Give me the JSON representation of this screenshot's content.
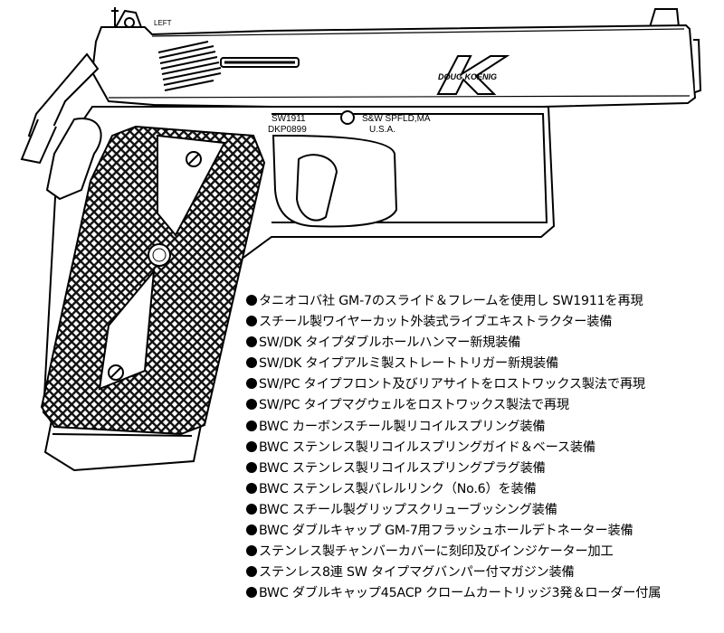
{
  "engravings": {
    "safety_left": "LEFT",
    "brand_logo": "DOUG KOENIG",
    "model": "SW1911",
    "serial": "DKP0899",
    "maker": "S&W  SPFLD,MA",
    "country": "U.S.A."
  },
  "features": [
    "タニオコバ社 GM-7のスライド＆フレームを使用し SW1911を再現",
    "スチール製ワイヤーカット外装式ライブエキストラクター装備",
    "SW/DK タイプダブルホールハンマー新規装備",
    "SW/DK タイプアルミ製ストレートトリガー新規装備",
    "SW/PC タイプフロント及びリアサイトをロストワックス製法で再現",
    "SW/PC タイプマグウェルをロストワックス製法で再現",
    "BWC カーボンスチール製リコイルスプリング装備",
    "BWC ステンレス製リコイルスプリングガイド＆ベース装備",
    "BWC ステンレス製リコイルスプリングプラグ装備",
    "BWC ステンレス製バレルリンク（No.6）を装備",
    "BWC スチール製グリップスクリューブッシング装備",
    "BWC ダブルキャップ GM-7用フラッシュホールデトネーター装備",
    "ステンレス製チャンバーカバーに刻印及びインジケーター加工",
    "ステンレス8連 SW タイプマグバンパー付マガジン装備",
    "BWC ダブルキャップ45ACP クロームカートリッジ3発＆ローダー付属"
  ]
}
